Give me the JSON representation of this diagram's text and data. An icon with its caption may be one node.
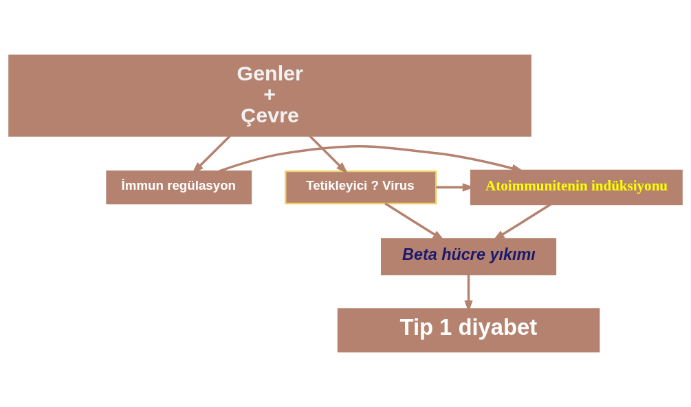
{
  "diagram": {
    "nodes": [
      {
        "text": [
          "Genler",
          "+",
          "Çevre"
        ]
      },
      {
        "text": [
          "İmmun regülasyon"
        ]
      },
      {
        "text": [
          "Atoimmunitenin indüksiyonu"
        ]
      },
      {
        "text": [
          "Tetikleyici ? Virus"
        ]
      },
      {
        "text": [
          "Beta hücre yıkımı"
        ]
      },
      {
        "text": [
          "Tip 1 diyabet"
        ]
      }
    ],
    "edges": [
      {
        "from": 0,
        "to": 1,
        "arrow": "to"
      },
      {
        "from": 0,
        "to": 3,
        "arrow": "to"
      },
      {
        "from": 1,
        "to": 2,
        "arrow": "to"
      },
      {
        "from": 3,
        "to": 2,
        "arrow": "to"
      },
      {
        "from": 2,
        "to": 4,
        "arrow": "to"
      },
      {
        "from": 3,
        "to": 4,
        "arrow": "to"
      },
      {
        "from": 4,
        "to": 5,
        "arrow": "to"
      }
    ]
  }
}
